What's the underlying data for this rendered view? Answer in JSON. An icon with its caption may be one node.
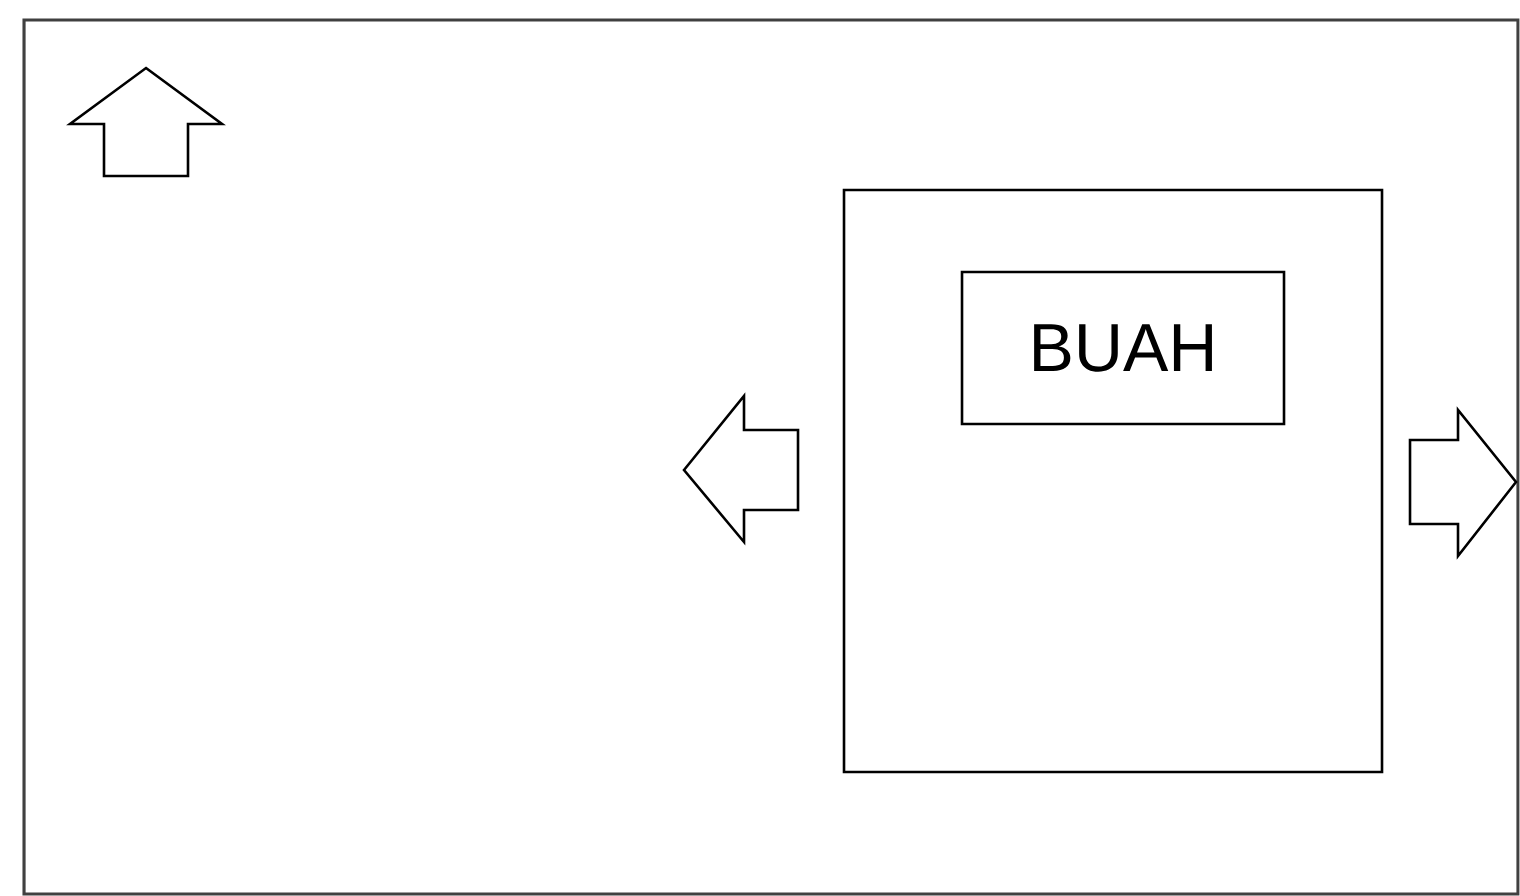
{
  "diagram": {
    "nodes": [
      {
        "text": [],
        "shape": "box"
      },
      {
        "text": [
          "BUAH"
        ],
        "in": 0
      }
    ]
  }
}
